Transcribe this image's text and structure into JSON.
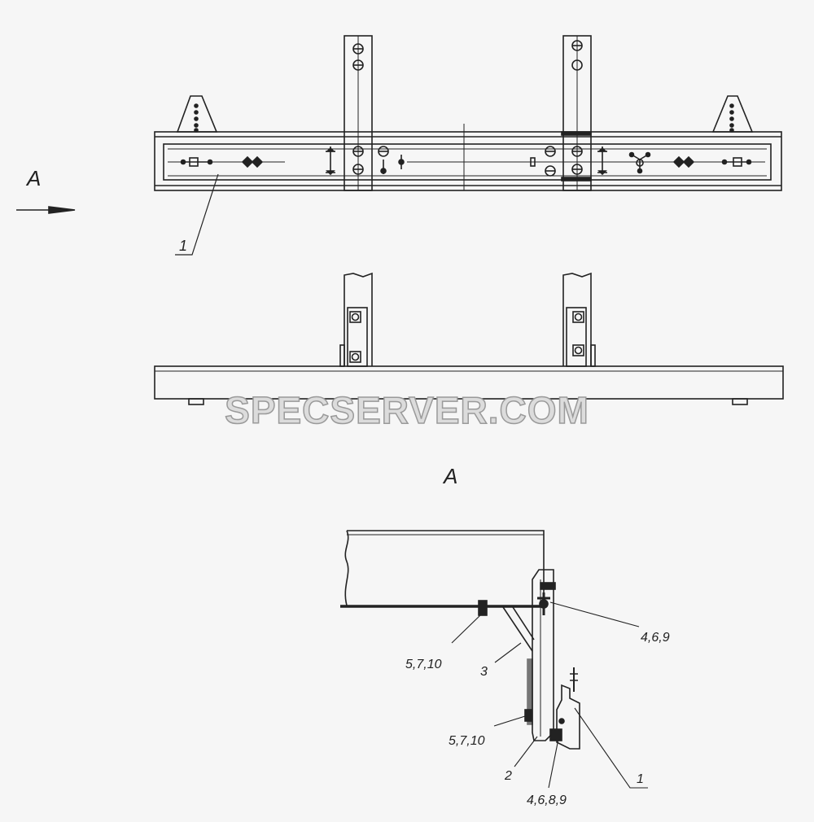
{
  "view_arrow_label": "A",
  "section_label": "A",
  "callouts": {
    "top_view_part": "1",
    "part_1": "1",
    "part_2": "2",
    "part_3": "3",
    "fasteners_upper_left": "5,7,10",
    "fasteners_lower_left": "5,7,10",
    "fasteners_upper_right": "4,6,9",
    "fasteners_bottom": "4,6,8,9"
  },
  "watermark": "SPECSERVER.COM",
  "colors": {
    "line": "#222222",
    "paper": "#f6f6f6",
    "watermark_fill": "#dcdcdc",
    "watermark_stroke": "#9a9a9a"
  }
}
